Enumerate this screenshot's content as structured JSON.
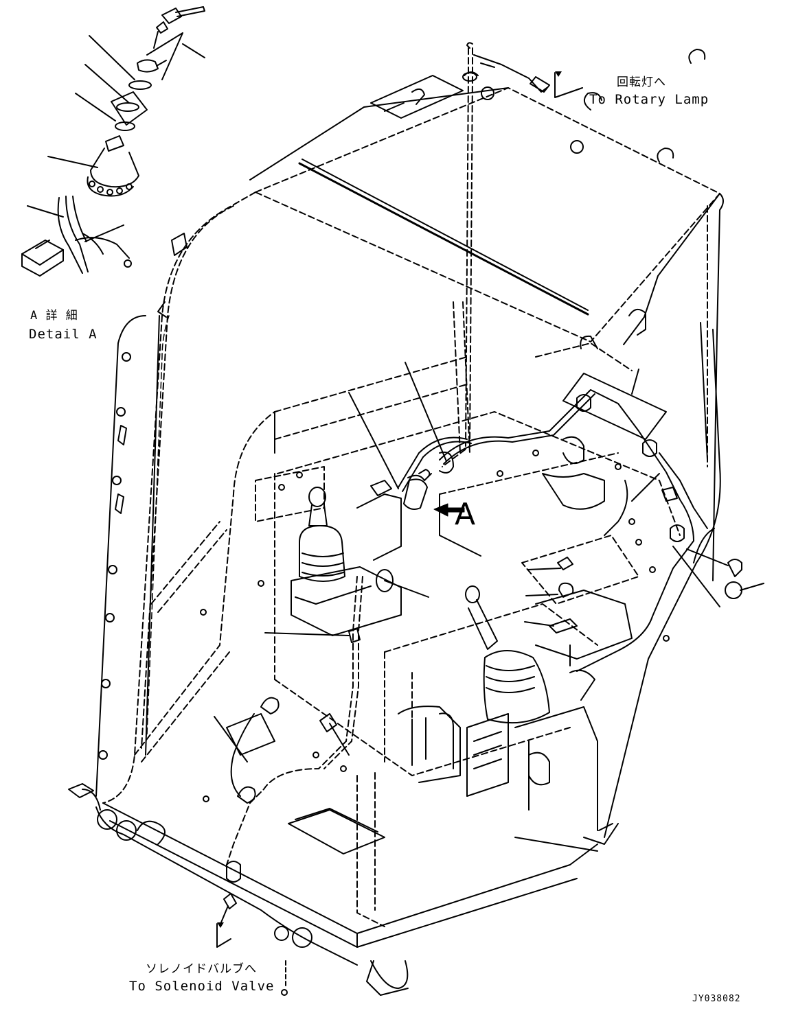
{
  "labels": {
    "rotary_lamp_ja": "回転灯へ",
    "rotary_lamp_en": "To Rotary Lamp",
    "detail_ja": "A 詳 細",
    "detail_en": "Detail A",
    "solenoid_ja": "ソレノイドバルブへ",
    "solenoid_en": "To Solenoid Valve",
    "view_callout": "A",
    "drawing_number": "JY038082"
  }
}
